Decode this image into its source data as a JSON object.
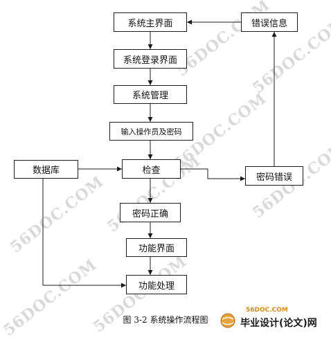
{
  "diagram": {
    "nodes": {
      "main": "系统主界面",
      "error_info": "错误信息",
      "login": "系统登录界面",
      "manage": "系统管理",
      "input": "输入操作员及密码",
      "database": "数据库",
      "check": "检查",
      "pwd_error": "密码错误",
      "pwd_ok": "密码正确",
      "func_ui": "功能界面",
      "func_proc": "功能处理"
    },
    "caption": "图 3-2 系统操作流程图"
  },
  "watermark": {
    "text": "56DOC.COM",
    "site": "56DOC.COM",
    "brand": "毕业设计(论文)网"
  }
}
